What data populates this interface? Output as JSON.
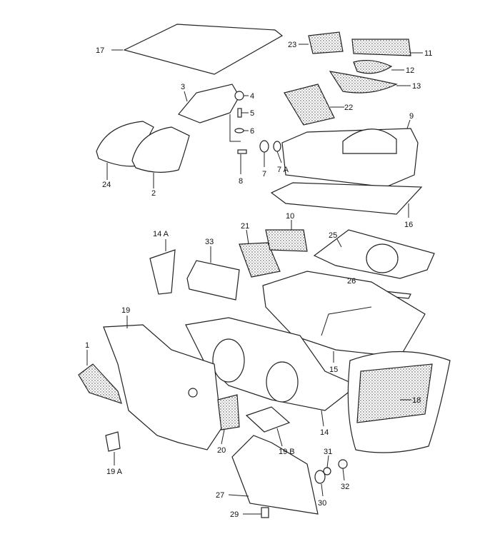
{
  "diagram": {
    "callouts": {
      "c1": "1",
      "c2": "2",
      "c3": "3",
      "c4": "4",
      "c5": "5",
      "c6": "6",
      "c7": "7",
      "c7a": "7 A",
      "c8": "8",
      "c9": "9",
      "c10": "10",
      "c11": "11",
      "c12": "12",
      "c13": "13",
      "c14": "14",
      "c14a": "14 A",
      "c15": "15",
      "c16": "16",
      "c17": "17",
      "c18": "18",
      "c19": "19",
      "c19a": "19 A",
      "c19b": "19 B",
      "c20": "20",
      "c21": "21",
      "c22": "22",
      "c23": "23",
      "c24": "24",
      "c25": "25",
      "c26": "26",
      "c27": "27",
      "c29": "29",
      "c30": "30",
      "c31": "31",
      "c32": "32",
      "c33": "33"
    }
  }
}
